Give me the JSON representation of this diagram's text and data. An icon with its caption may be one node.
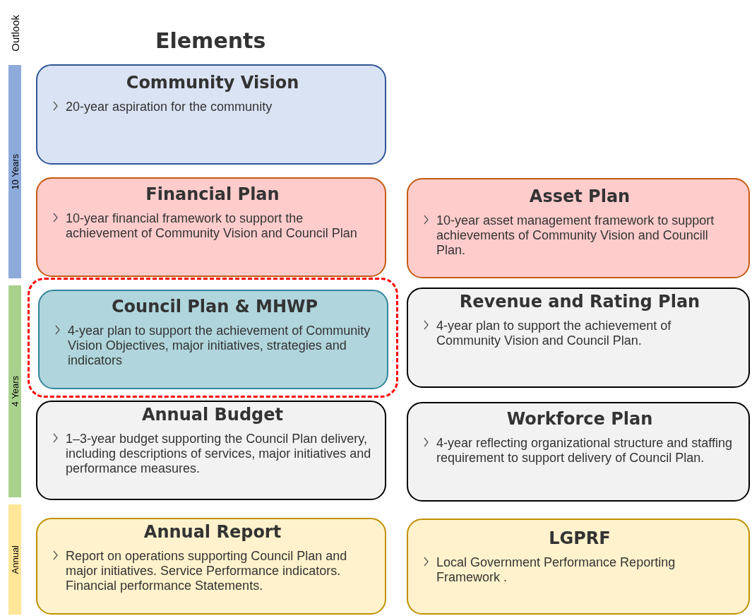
{
  "diagram": {
    "title": "Elements",
    "nodes": [
      {
        "text": [
          "10 Years"
        ]
      },
      {
        "text": [
          "Community Vision",
          "20-year aspiration for the community"
        ]
      },
      {
        "text": [
          "Financial Plan",
          "10-year financial framework to support the achievement of Community Vision and Council Plan"
        ]
      },
      {
        "text": [
          "Asset Plan",
          "10-year asset management framework to support achievements of Community Vision and Councill Plan."
        ]
      },
      {
        "text": [
          "4 Years"
        ]
      },
      {
        "text": [],
        "shape": "box"
      },
      {
        "text": [
          "Council Plan & MHWP",
          "4-year plan to support the achievement of Community Vision Objectives, major initiatives, strategies and indicators"
        ],
        "in": 5
      },
      {
        "text": [
          "Revenue and Rating Plan",
          "4-year plan to support the achievement of Community Vision and Council Plan."
        ]
      },
      {
        "text": [
          "Annual Budget",
          "1–3-year budget supporting the Council Plan delivery, including descriptions of services, major initiatives and performance measures."
        ]
      },
      {
        "text": [
          "Workforce Plan",
          "4-year reflecting organizational structure and staffing requirement to support delivery of Council Plan."
        ]
      },
      {
        "text": [
          "Annual"
        ]
      },
      {
        "text": [
          "Annual Report",
          "Report on operations supporting Council Plan and major initiatives. Service Performance indicators. Financial performance Statements."
        ]
      },
      {
        "text": [
          "LGPRF",
          "Local Government Performance Reporting Framework ."
        ]
      }
    ],
    "edges": [],
    "labels": [
      "Outlook"
    ]
  }
}
